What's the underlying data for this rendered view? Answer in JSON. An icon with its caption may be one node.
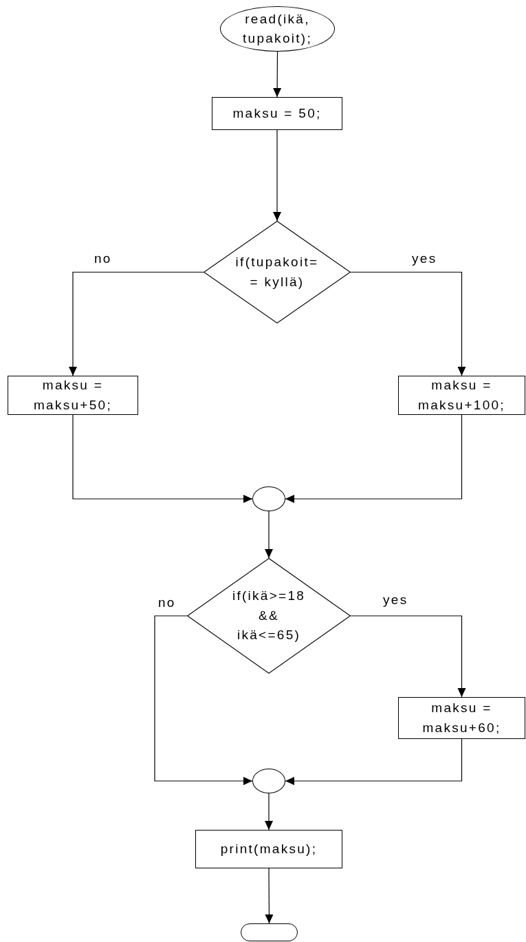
{
  "diagram": {
    "nodes": [
      {
        "text": [
          "read(ikä, tupakoit);"
        ]
      },
      {
        "text": [
          "maksu = 50;"
        ]
      },
      {
        "text": [
          "if(tupakoit= = kyllä)"
        ]
      },
      {
        "text": [
          "maksu = maksu+50;"
        ]
      },
      {
        "text": [
          "maksu = maksu+100;"
        ]
      },
      {
        "text": [],
        "shape": "circle"
      },
      {
        "text": [
          "if(ikä>=18 && ikä<=65)"
        ]
      },
      {
        "text": [
          "maksu = maksu+60;"
        ]
      },
      {
        "text": [],
        "shape": "circle"
      },
      {
        "text": [
          "print(maksu);"
        ]
      },
      {
        "text": [],
        "shape": "oval"
      }
    ],
    "edges": [
      {
        "from": 0,
        "to": 1,
        "arrow": "to"
      },
      {
        "from": 1,
        "to": 2,
        "arrow": "to"
      },
      {
        "from": 2,
        "to": 3,
        "arrow": "to",
        "label": "no"
      },
      {
        "from": 2,
        "to": 4,
        "arrow": "to",
        "label": "yes"
      },
      {
        "from": 3,
        "to": 5,
        "arrow": "to"
      },
      {
        "from": 4,
        "to": 5,
        "arrow": "to"
      },
      {
        "from": 5,
        "to": 6,
        "arrow": "to"
      },
      {
        "from": 6,
        "to": 8,
        "arrow": "to",
        "label": "no"
      },
      {
        "from": 6,
        "to": 7,
        "arrow": "to",
        "label": "yes"
      },
      {
        "from": 7,
        "to": 8,
        "arrow": "to"
      },
      {
        "from": 8,
        "to": 9,
        "arrow": "to"
      },
      {
        "from": 9,
        "to": 10,
        "arrow": "to"
      }
    ]
  }
}
